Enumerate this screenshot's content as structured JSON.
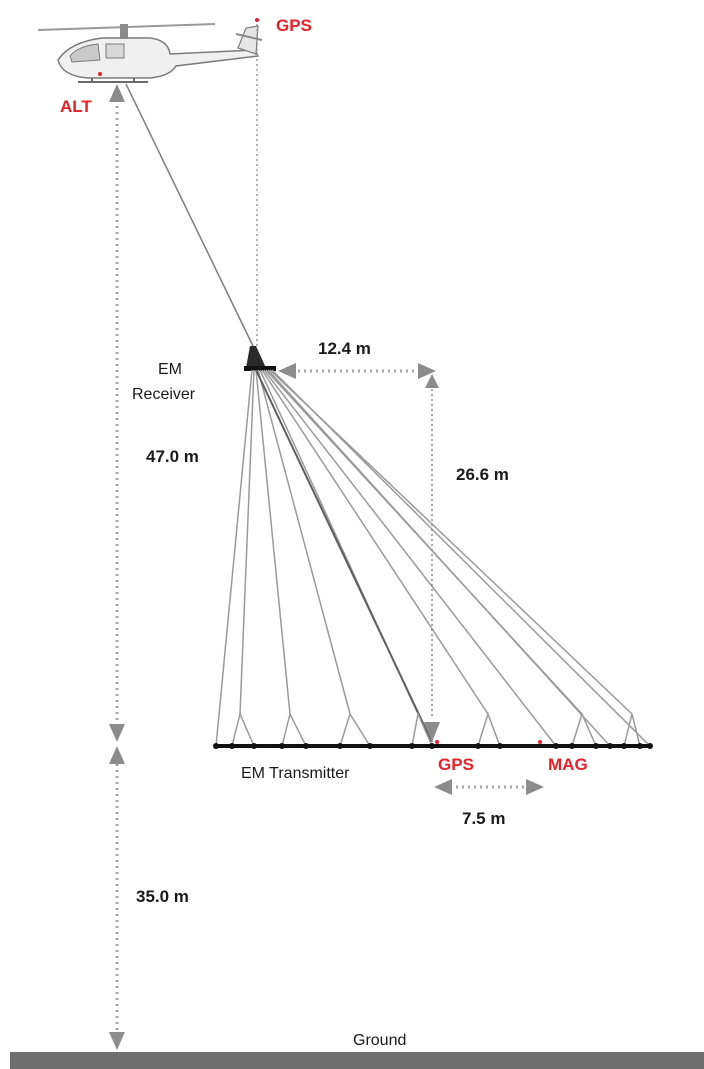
{
  "labels": {
    "gps_top": "GPS",
    "alt": "ALT",
    "em_receiver_line1": "EM",
    "em_receiver_line2": "Receiver",
    "dim_12_4": "12.4 m",
    "dim_47_0": "47.0 m",
    "dim_26_6": "26.6 m",
    "em_transmitter": "EM Transmitter",
    "gps_bottom": "GPS",
    "mag": "MAG",
    "dim_7_5": "7.5 m",
    "dim_35_0": "35.0 m",
    "ground": "Ground"
  },
  "colors": {
    "accent_red": "#e8212a",
    "dimension_gray": "#a5a5a5",
    "ground_bar": "#6e6e6e",
    "cable_gray": "#9a9a9a"
  },
  "icons": {
    "helicopter": "helicopter-icon"
  }
}
